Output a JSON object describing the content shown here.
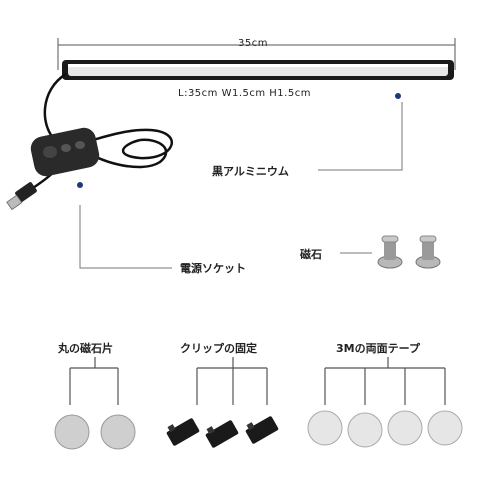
{
  "dimension": {
    "length_label": "35cm",
    "specs": "L:35cm  W1.5cm  H1.5cm"
  },
  "labels": {
    "material": "黒アルミニウム",
    "power_socket": "電源ソケット",
    "magnet": "磁石"
  },
  "groups": [
    {
      "title": "丸の磁石片",
      "count": 2
    },
    {
      "title": "クリップの固定",
      "count": 3
    },
    {
      "title": "3Mの両面テープ",
      "count": 4
    }
  ],
  "colors": {
    "accent_dot": "#1b3a7a",
    "lines": "#555555",
    "bar_body": "#1a1a1a",
    "bar_inner": "#e8e8e8"
  }
}
